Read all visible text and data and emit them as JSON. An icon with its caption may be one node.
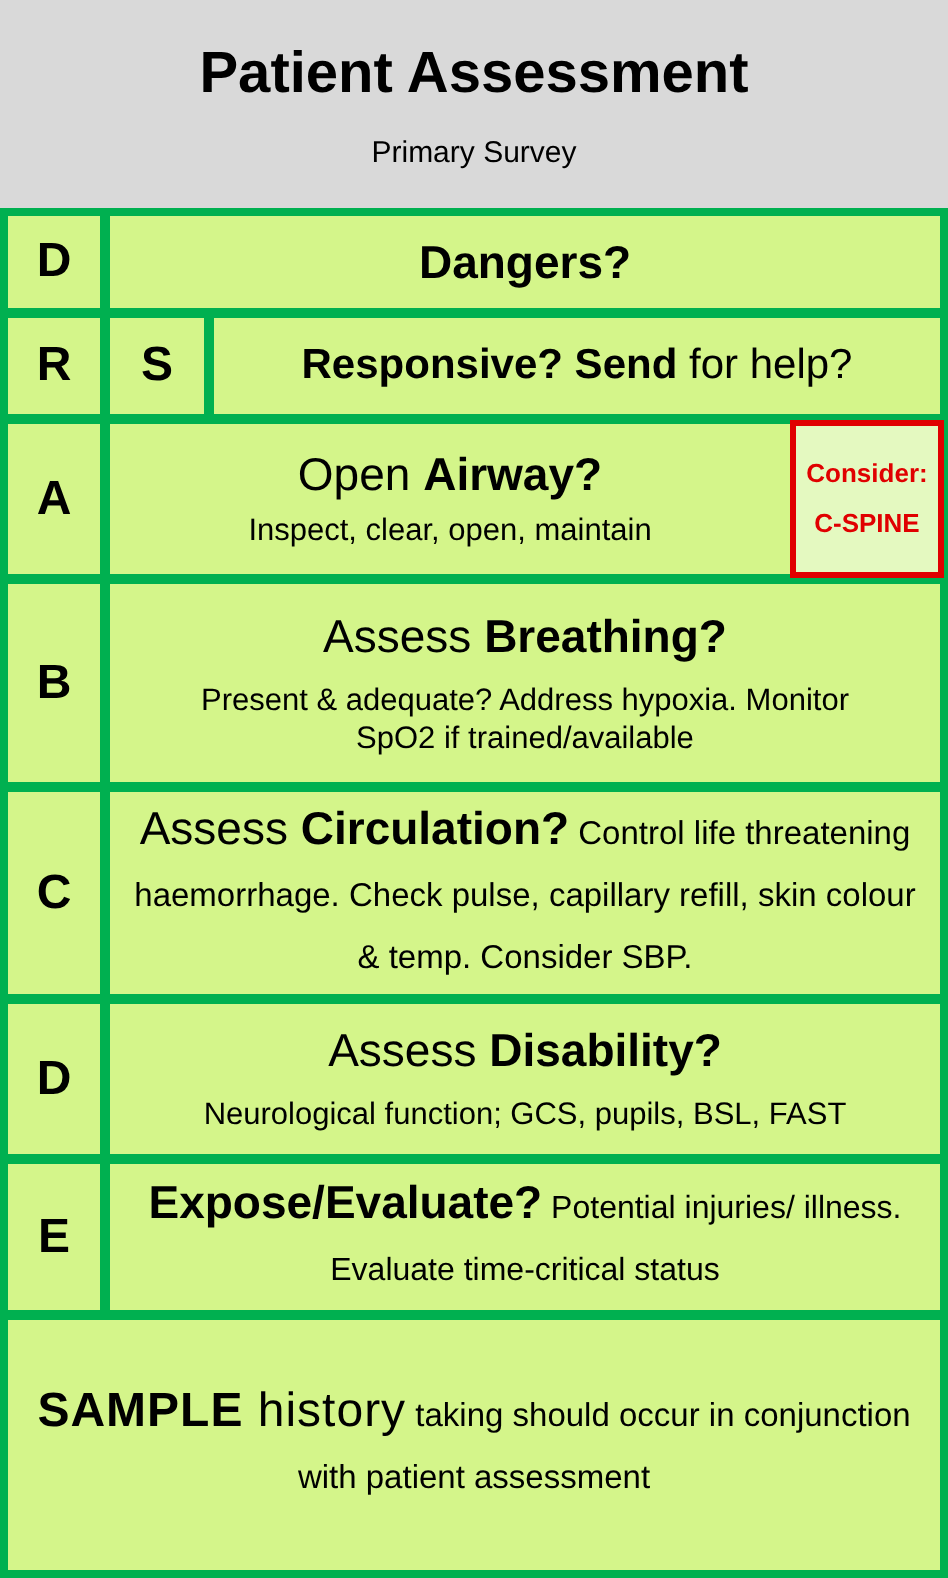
{
  "diagram": {
    "title": "Patient Assessment",
    "nodes": [
      {
        "text": [
          "D"
        ]
      },
      {
        "text": [
          "Dangers?"
        ]
      },
      {
        "text": [
          "R"
        ]
      },
      {
        "text": [
          "S"
        ]
      },
      {
        "text": [
          "**Responsive? Send** for help?"
        ]
      },
      {
        "text": [
          "A"
        ]
      },
      {
        "text": [
          "Open **Airway?**",
          "Inspect, clear, open, maintain"
        ]
      },
      {
        "text": [
          "Consider:",
          "C-SPINE"
        ]
      },
      {
        "text": [
          "B"
        ]
      },
      {
        "text": [
          "Assess **Breathing?**",
          "Present & adequate? Address hypoxia. Monitor SpO2 if trained/available"
        ]
      },
      {
        "text": [
          "C"
        ]
      },
      {
        "text": [
          "Assess **Circulation?**",
          "Control life threatening haemorrhage. Check pulse, capillary refill, skin colour & temp. Consider SBP."
        ]
      },
      {
        "text": [
          "D"
        ]
      },
      {
        "text": [
          "Assess **Disability?**",
          "Neurological function; GCS, pupils, BSL, FAST"
        ]
      },
      {
        "text": [
          "E"
        ]
      },
      {
        "text": [
          "Expose/Evaluate?",
          "Potential injuries/ illness. Evaluate time-critical status"
        ]
      },
      {
        "text": [
          "**SAMPLE** history",
          "taking should occur in conjunction with patient assessment"
        ]
      }
    ],
    "labels": [
      "Primary Survey"
    ]
  }
}
